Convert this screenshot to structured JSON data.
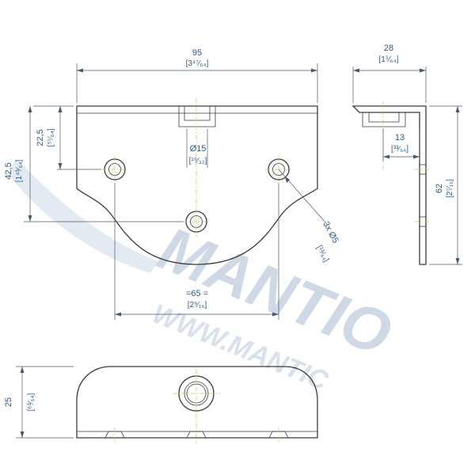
{
  "watermark": {
    "brand": "MANTIO",
    "url": "WWW.MANTIC"
  },
  "dimensions": {
    "width_mm": "95",
    "width_in": "[3⁴⁷⁄₆₄]",
    "depth_mm": "28",
    "depth_in": "[1⅟₆₄]",
    "flange_mm": "13",
    "flange_in": "[³³⁄₆₄]",
    "height_mm": "62",
    "height_in": "[2⁷⁄₁₆]",
    "hole_top_mm": "42,5",
    "hole_top_in": "[1⁴³⁄₆₄]",
    "hole_side_mm": "22,5",
    "hole_side_in": "[⁵⁷⁄₆₄]",
    "center_hole_mm": "Ø15",
    "center_hole_in": "[¹⁹⁄₃₂]",
    "holes_mm": "3x Ø5",
    "holes_in": "[¹³⁄₆₄]",
    "spacing_mm": "=65 =",
    "spacing_in": "[2⁹⁄₁₆]",
    "thickness_mm": "25",
    "thickness_in": "[⁶³⁄₆₄]"
  },
  "colors": {
    "outline": "#3a3a3a",
    "dimension_text": "#2f5a86",
    "centerline": "#c9c25a",
    "watermark": "#cfd9e6"
  }
}
